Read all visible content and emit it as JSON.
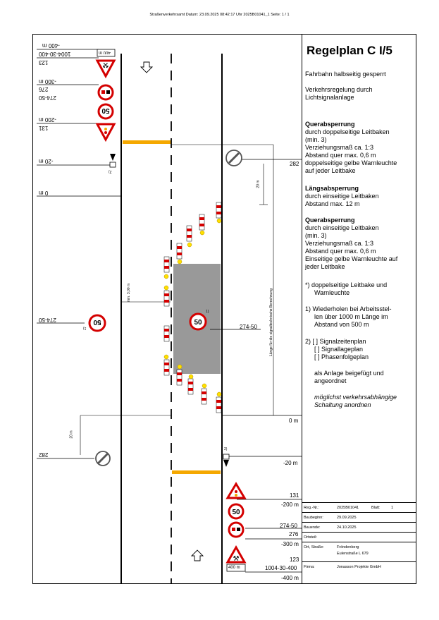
{
  "header": {
    "text": "Straßenverkehrsamt Datum: 23.09.2025 08:42:17 Uhr   2025B01041_1  Seite: 1 / 1"
  },
  "panel": {
    "title": "Regelplan C I/5",
    "p1": "Fahrbahn halbseitig gesperrt",
    "p2a": "Verkehrsregelung durch",
    "p2b": "Lichtsignalanlage",
    "q1_head": "Querabsperrung",
    "q1_lines": [
      "durch doppelseitige Leitbaken",
      "(min. 3)",
      "Verziehungsmaß ca. 1:3",
      "Abstand quer max. 0,6 m",
      "doppelseitige gelbe Warnleuchte",
      "auf jeder Leitbake"
    ],
    "l_head": "Längsabsperrung",
    "l_lines": [
      "durch einseitige Leitbaken",
      "Abstand max. 12 m"
    ],
    "q2_head": "Querabsperrung",
    "q2_lines": [
      "durch einseitige Leitbaken",
      "(min. 3)",
      "Verziehungsmaß ca. 1:3",
      "Abstand quer max. 0,6 m",
      "Einseitige gelbe Warnleuchte auf",
      "jeder Leitbake"
    ],
    "note_star_a": "*) doppelseitige Leitbake und",
    "note_star_b": "Warnleuchte",
    "note1_lines": [
      "1) Wiederholen bei Arbeitsstel-",
      "len über 1000 m Länge im",
      "Abstand von 500 m"
    ],
    "note2_lines": [
      "2) [ ]  Signalzeitenplan",
      "[ ]  Signallageplan",
      "[ ]  Phasenfolgeplan"
    ],
    "note3_lines": [
      "als Anlage beigefügt und",
      "angeordnet"
    ],
    "note4_lines": [
      "möglichst verkehrsabhängige",
      "Schaltung anordnen"
    ]
  },
  "table": {
    "reg_label": "Reg.-Nr.:",
    "reg_value": "2025B01041",
    "blatt_label": "Blatt:",
    "blatt_value": "1",
    "bau_begin_label": "Baubeginn:",
    "bau_begin_value": "29.09.2025",
    "bau_end_label": "Bauende:",
    "bau_end_value": "24.10.2025",
    "ort_label": "Ortsteil:",
    "strasse_label": "Ort, Straße:",
    "strasse_v1": "Fröndenberg",
    "strasse_v2": "Eulenstraße  L  679",
    "firma_label": "Firma:",
    "firma_value": "Jonasson Projekte GmbH"
  },
  "plan": {
    "right": {
      "m0": "0 m",
      "m20": "-20 m",
      "m200": "-200 m",
      "m300": "-300 m",
      "m400": "-400 m",
      "n282": "282",
      "n131": "131",
      "n274": "274-50",
      "n276": "276",
      "n123": "123",
      "n1004": "1004-30-400",
      "plate400": "400 m",
      "sign274": "274-50",
      "note2": "2)",
      "note1": "1)"
    },
    "left": {
      "m400": "-400 m",
      "m300": "-300 m",
      "m200": "-200 m",
      "m20": "-20 m",
      "m0": "0 m",
      "n1004": "1004-30-400",
      "plate400": "400 m",
      "n123": "123",
      "n274": "274-50",
      "n276": "276",
      "n131": "131",
      "n282": "282",
      "note2": "2)",
      "note1": "1)"
    },
    "dims": {
      "d20a": "20 m",
      "d20b": "20 m",
      "min3": "min. 3,00 m",
      "length": "Länge für die signaltechnische Berechnung"
    },
    "speed": "50"
  }
}
